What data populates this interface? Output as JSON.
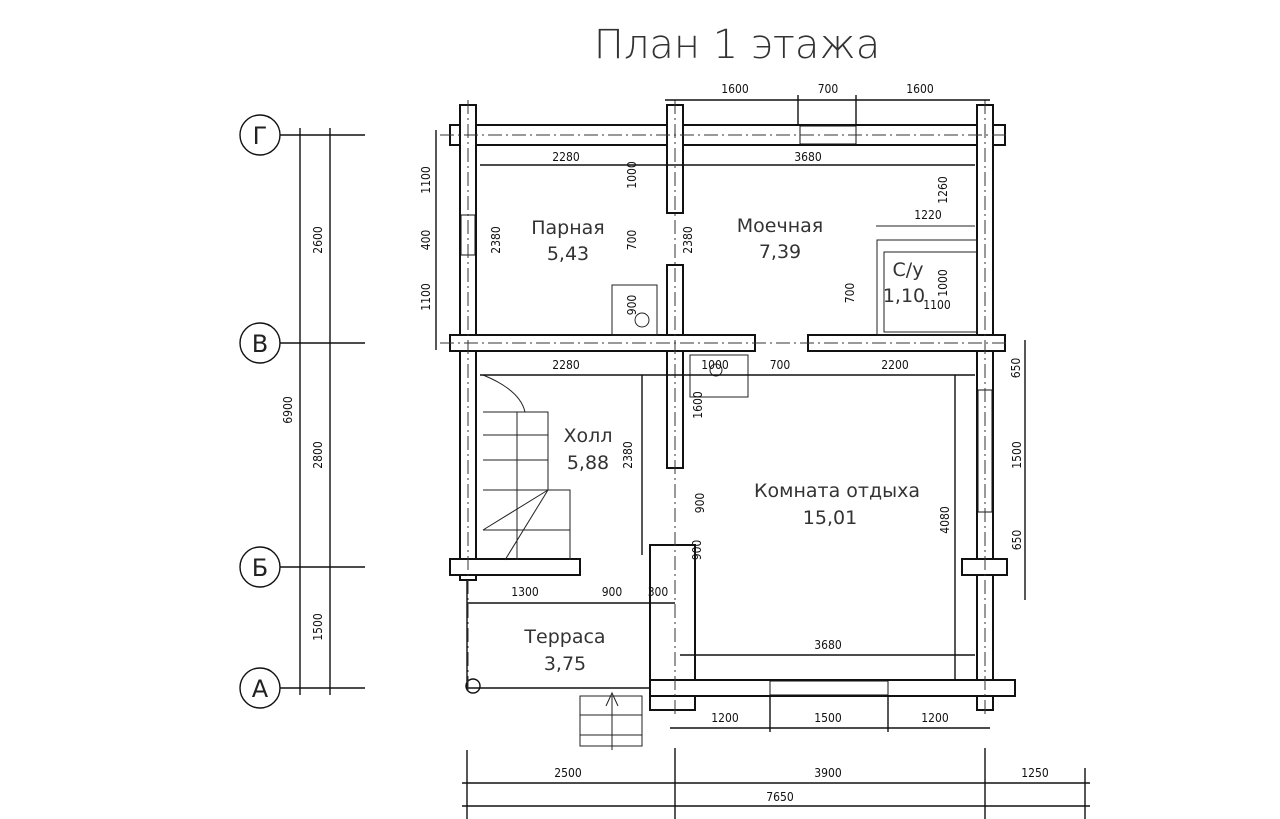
{
  "title": "План 1 этажа",
  "axes": [
    "Г",
    "В",
    "Б",
    "А"
  ],
  "rooms": [
    {
      "name": "Парная",
      "area": "5,43"
    },
    {
      "name": "Моечная",
      "area": "7,39"
    },
    {
      "name": "С/у",
      "area": "1,10"
    },
    {
      "name": "Холл",
      "area": "5,88"
    },
    {
      "name": "Комната отдыха",
      "area": "15,01"
    },
    {
      "name": "Терраса",
      "area": "3,75"
    }
  ],
  "dims": {
    "left": [
      "2600",
      "2800",
      "1500",
      "6900"
    ],
    "left_wall": [
      "1100",
      "400",
      "1100"
    ],
    "top": [
      "1600",
      "700",
      "1600"
    ],
    "top_inner": [
      "2280",
      "3680"
    ],
    "upper": [
      "1000",
      "700",
      "900",
      "2380",
      "2380",
      "1260",
      "1220",
      "700",
      "1000",
      "1100"
    ],
    "mid": [
      "2280",
      "1000",
      "700",
      "2200",
      "650"
    ],
    "hall": [
      "1600",
      "2380",
      "900",
      "900",
      "4080",
      "1500",
      "650"
    ],
    "terrace": [
      "1300",
      "900",
      "300",
      "3680"
    ],
    "bottom_window": [
      "1200",
      "1500",
      "1200"
    ],
    "bottom": [
      "2500",
      "3900",
      "1250",
      "7650"
    ]
  }
}
